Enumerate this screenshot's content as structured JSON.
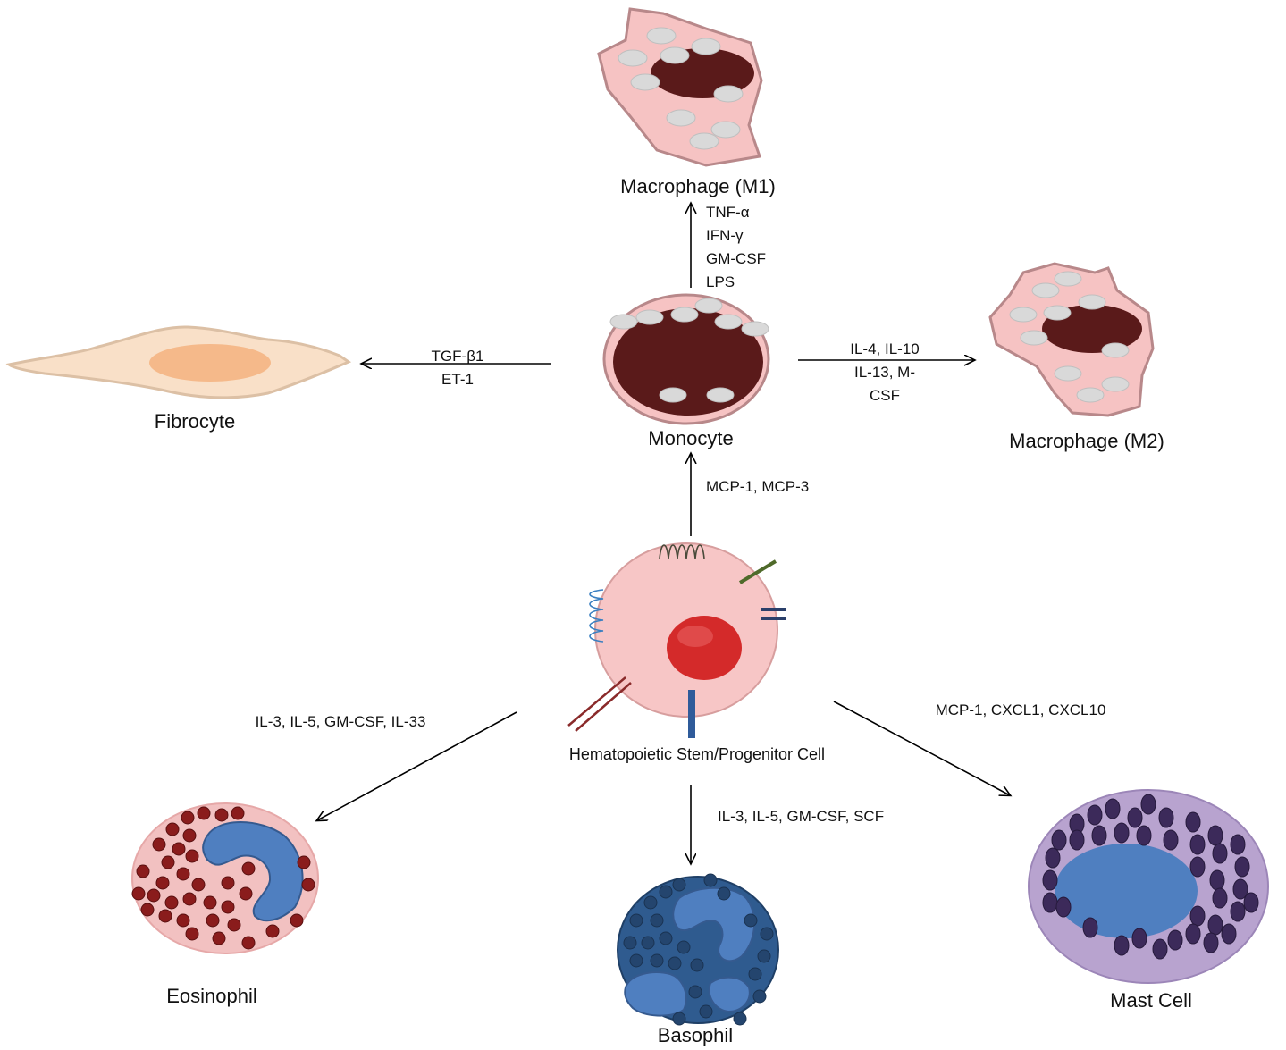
{
  "cells": {
    "m1": "Macrophage (M1)",
    "m2": "Macrophage (M2)",
    "monocyte": "Monocyte",
    "fibrocyte": "Fibrocyte",
    "hspc": "Hematopoietic Stem/Progenitor Cell",
    "eosinophil": "Eosinophil",
    "basophil": "Basophil",
    "mast": "Mast Cell"
  },
  "factors": {
    "to_m1": [
      "TNF-α",
      "IFN-γ",
      "GM-CSF",
      "LPS"
    ],
    "to_m2": [
      "IL-4, IL-10",
      "IL-13, M-",
      "CSF"
    ],
    "to_fibrocyte": [
      "TGF-β1",
      "ET-1"
    ],
    "to_monocyte": "MCP-1, MCP-3",
    "to_eosinophil": "IL-3, IL-5, GM-CSF, IL-33",
    "to_basophil": "IL-3, IL-5, GM-CSF, SCF",
    "to_mast": "MCP-1, CXCL1, CXCL10"
  },
  "colors": {
    "macrophage_body": "#f6c3c3",
    "nucleus_dark": "#5a1a1a",
    "granule_light": "#d9d9d9",
    "fibrocyte_body": "#f9e0c8",
    "fibrocyte_nucleus": "#f5b98a",
    "hspc_body": "#f7c6c6",
    "hspc_nucleus": "#d42a2a",
    "eosinophil_granule": "#8a1c1c",
    "nucleus_blue": "#4f7fc0",
    "basophil_body": "#2f5b8f",
    "mast_body": "#b8a3cf",
    "mast_granule": "#3c2a5a"
  }
}
